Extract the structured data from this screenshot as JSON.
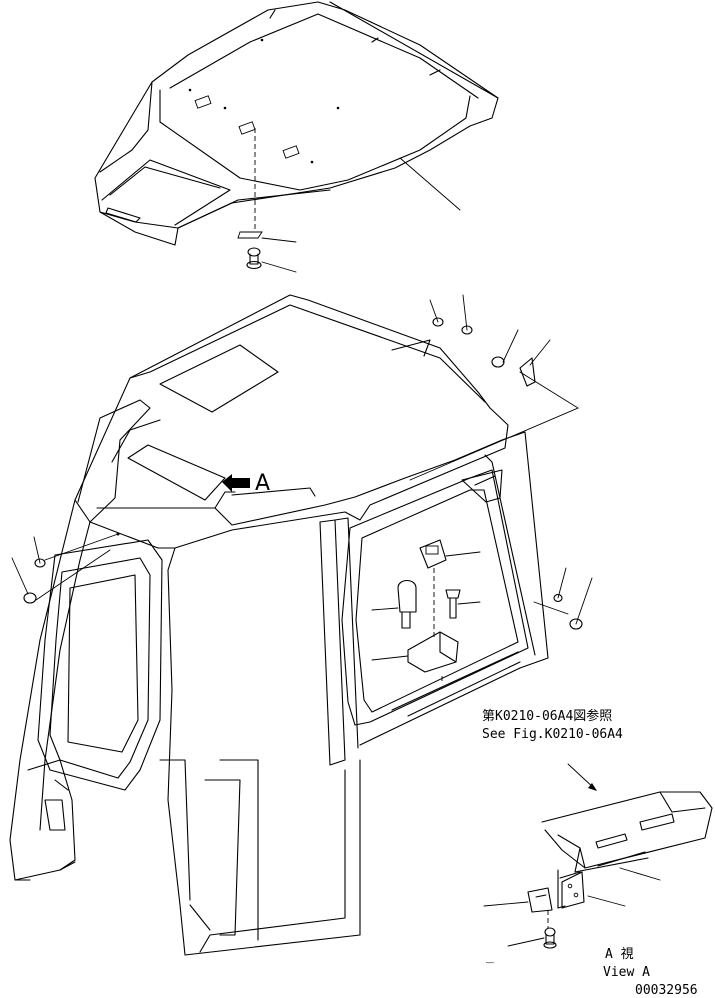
{
  "view_marker": "A",
  "reference": {
    "jp": "第K0210-06A4図参照",
    "en": "See Fig.K0210-06A4"
  },
  "view_label": {
    "jp": "A 視",
    "en": "View A"
  },
  "drawing_number": "00032956",
  "leader_dash": "_"
}
